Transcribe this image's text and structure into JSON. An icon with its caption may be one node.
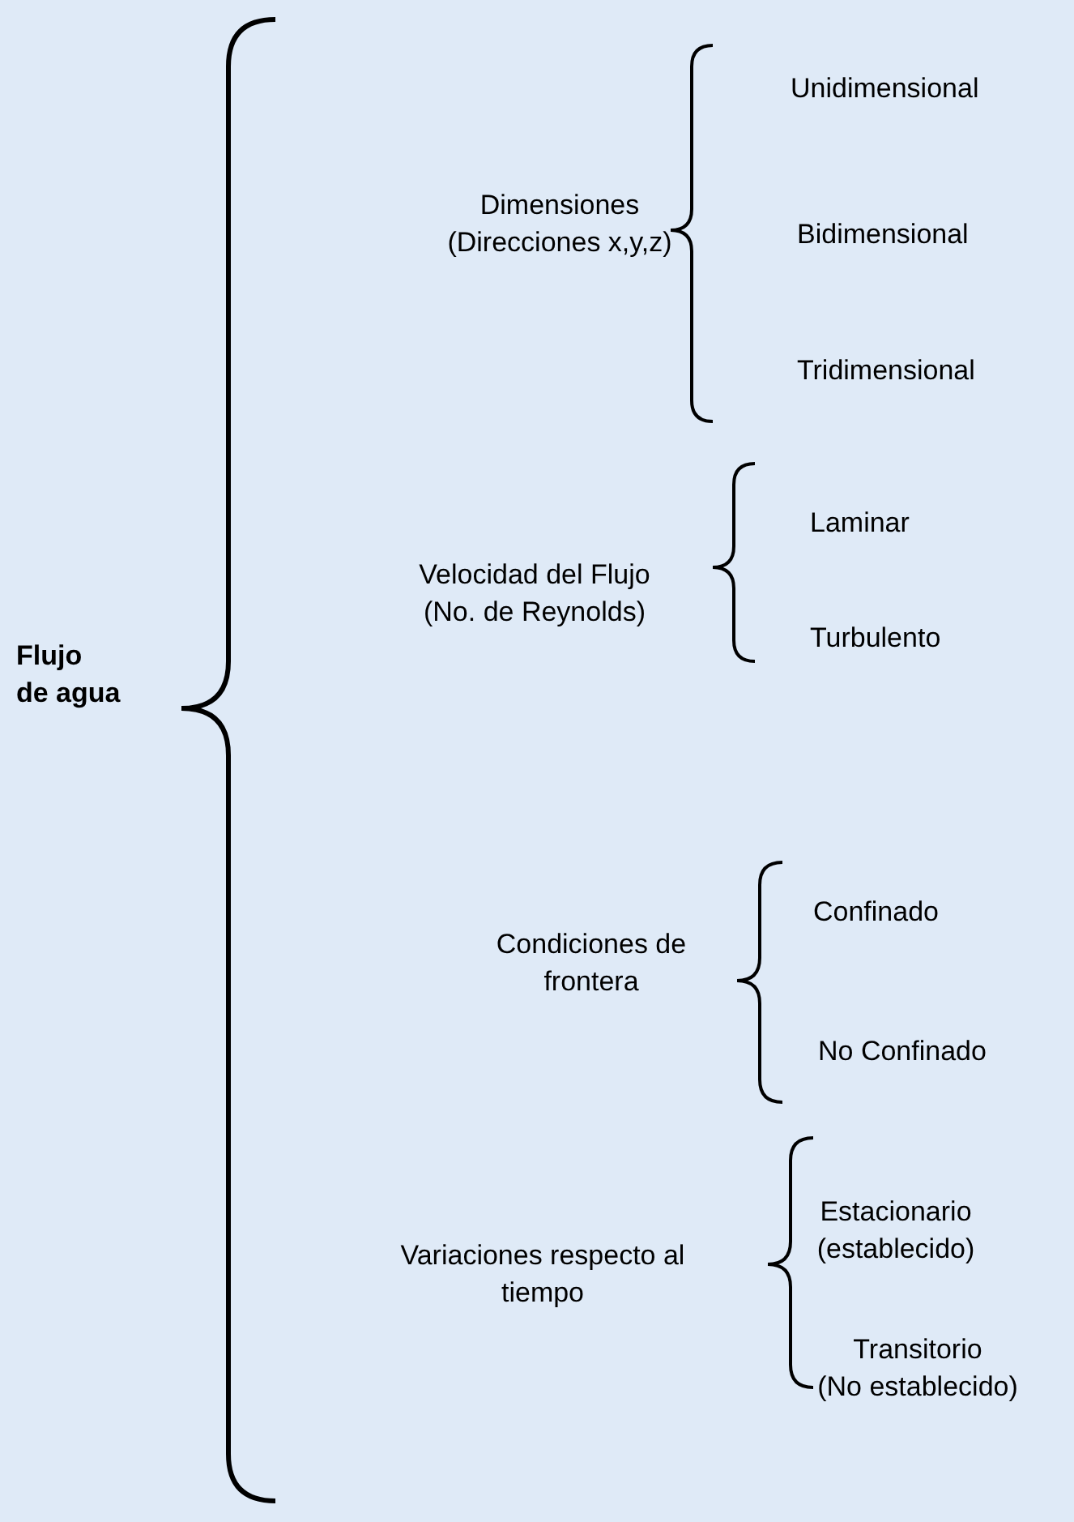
{
  "diagram": {
    "labels": [
      "Unidimensional",
      "Dimensiones (Direcciones x,y,z)",
      "Bidimensional",
      "Tridimensional",
      "Laminar",
      "Velocidad del Flujo (No. de Reynolds)",
      "Turbulento",
      "Flujo de agua",
      "Confinado",
      "Condiciones de frontera",
      "No Confinado",
      "Estacionario (establecido)",
      "Variaciones respecto al tiempo",
      "Transitorio (No establecido)"
    ]
  }
}
